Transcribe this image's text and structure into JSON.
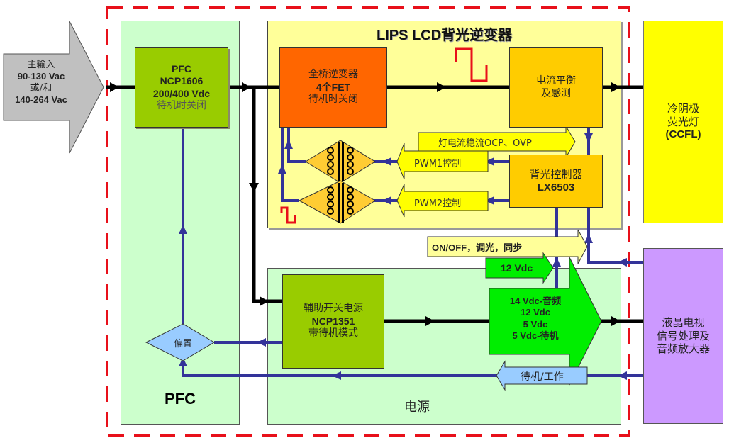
{
  "diagram": {
    "title": "LIPS  LCD背光逆变器",
    "colors": {
      "dashed_border": "#e8101a",
      "pfc_region": "#ccffcc",
      "lips_region": "#ffff99",
      "power_region": "#ccffcc",
      "olive_block": "#99cc00",
      "orange_block": "#ff6600",
      "amber_block": "#ffcc00",
      "ccfl_block": "#ffff00",
      "tv_block": "#cc99ff",
      "green_out": "#00ee00",
      "signal_line": "#333399",
      "power_line": "#000000",
      "bias_diamond": "#99ccff",
      "input_arrow": "#c0c0c0"
    },
    "input_arrow": {
      "lines": [
        "主输入",
        "90-130 Vac",
        "或/和",
        "140-264 Vac"
      ]
    },
    "pfc_region": {
      "label": "PFC"
    },
    "pfc_block": {
      "lines": [
        "PFC",
        "NCP1606",
        "200/400 Vdc",
        "待机时关闭"
      ]
    },
    "bias": {
      "label": "偏置"
    },
    "lips_region": {
      "label": "LIPS  LCD背光逆变器"
    },
    "full_bridge": {
      "lines": [
        "全桥逆变器",
        "4个FET",
        "待机时关闭"
      ]
    },
    "current_balance": {
      "lines": [
        "电流平衡",
        "及感测"
      ]
    },
    "feedback_arrow": {
      "label": "灯电流稳流OCP、OVP"
    },
    "pwm1_arrow": {
      "label": "PWM1控制"
    },
    "pwm2_arrow": {
      "label": "PWM2控制"
    },
    "backlight_controller": {
      "lines": [
        "背光控制器",
        "LX6503"
      ]
    },
    "onoff_arrow": {
      "label": "ON/OFF，调光，同步"
    },
    "aux_supply": {
      "lines": [
        "辅助开关电源",
        "NCP1351",
        "带待机模式"
      ]
    },
    "out_12v_arrow": {
      "label": "12 Vdc"
    },
    "main_outputs": {
      "lines": [
        "14 Vdc-音频",
        "12 Vdc",
        "5 Vdc",
        "5 Vdc-待机"
      ]
    },
    "standby_arrow": {
      "label": "待机/工作"
    },
    "power_region": {
      "label": "电源"
    },
    "ccfl": {
      "lines": [
        "冷阴极",
        "荧光灯",
        "(CCFL)"
      ]
    },
    "tv": {
      "lines": [
        "液晶电视",
        "信号处理及",
        "音频放大器"
      ]
    }
  }
}
